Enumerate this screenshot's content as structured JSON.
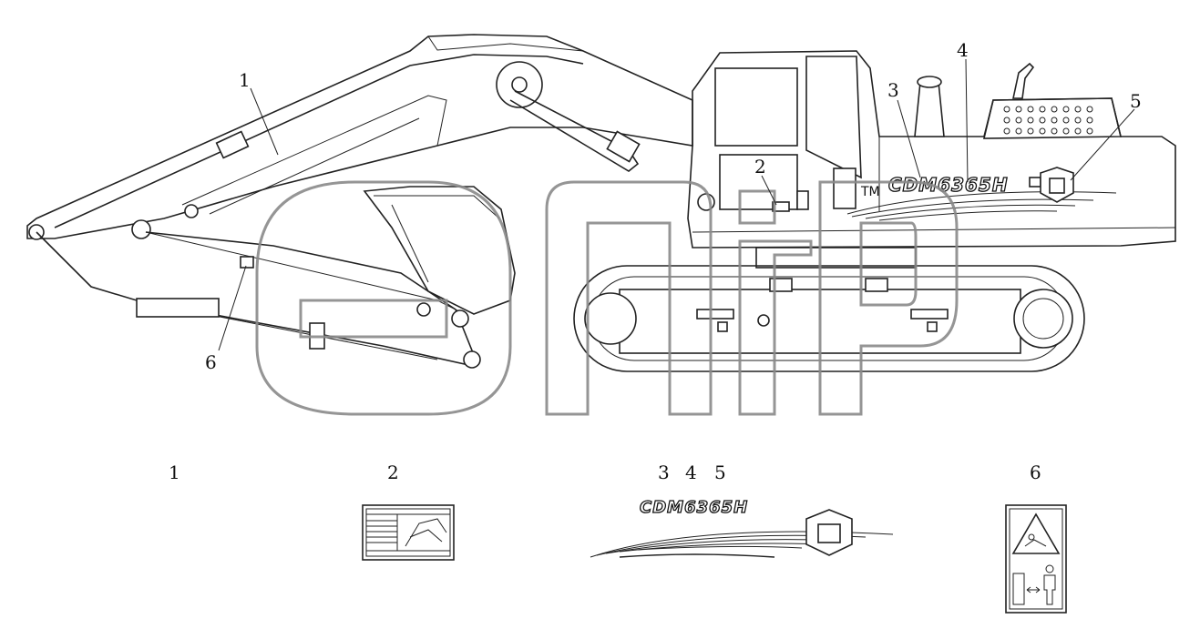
{
  "callouts": {
    "c1": "1",
    "c2": "2",
    "c3": "3",
    "c4": "4",
    "c5": "5",
    "c6": "6"
  },
  "bottom_labels": {
    "b1": "1",
    "b2": "2",
    "b3": "3",
    "b4": "4",
    "b5": "5",
    "b6": "6"
  },
  "decals": {
    "model_on_machine": "CDM6365H",
    "model_in_detail": "CDM6365H",
    "trademark": "TM"
  },
  "icons": {
    "watermark": "watermark-logo",
    "brand_emblem": "shield-emblem-icon",
    "warning_sign": "crush-hazard-icon",
    "person": "person-icon",
    "distance_arrow": "double-arrow-icon"
  },
  "colors": {
    "line": "#222222",
    "watermark": "#8a8a8a",
    "background": "#ffffff"
  }
}
